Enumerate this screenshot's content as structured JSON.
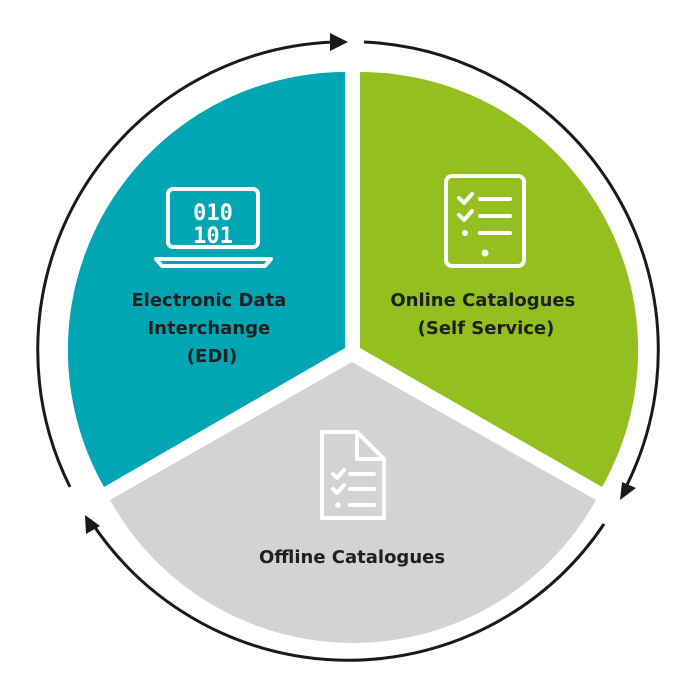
{
  "colors": {
    "edi": "#00a6b4",
    "online": "#93c01f",
    "offline": "#d3d3d3",
    "ring": "#1a1a1a",
    "label": "#1f1f1f",
    "icon": "#ffffff"
  },
  "segments": {
    "edi": {
      "icon": "laptop-binary-icon",
      "binary_top": "010",
      "binary_bottom": "101",
      "label_lines": [
        "Electronic Data",
        "Interchange",
        "(EDI)"
      ]
    },
    "online": {
      "icon": "tablet-checklist-icon",
      "label_lines": [
        "Online Catalogues",
        "(Self Service)"
      ]
    },
    "offline": {
      "icon": "document-checklist-icon",
      "label_lines": [
        "Offline Catalogues"
      ]
    }
  }
}
